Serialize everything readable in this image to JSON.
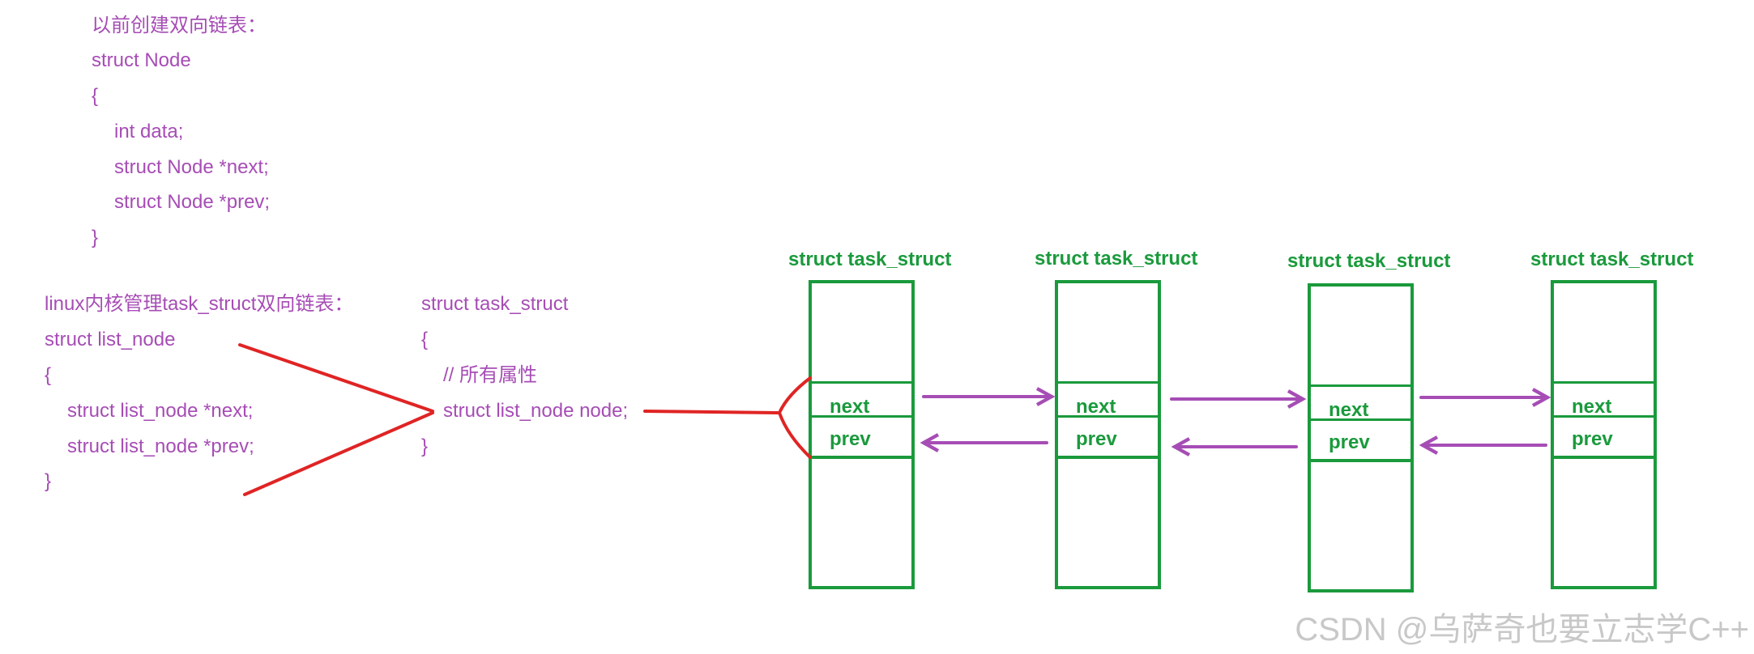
{
  "old_node": {
    "heading": "以前创建双向链表：",
    "lines": [
      "struct Node",
      "{",
      "int data;",
      "struct Node *next;",
      "struct Node *prev;",
      "}"
    ]
  },
  "kernel_list": {
    "heading": "linux内核管理task_struct双向链表：",
    "lines": [
      "struct list_node",
      "{",
      "struct list_node *next;",
      "struct list_node *prev;",
      "}"
    ]
  },
  "task_struct_def": {
    "lines": [
      "struct task_struct",
      "{",
      "// 所有属性",
      "struct list_node node;",
      "}"
    ]
  },
  "nodes": [
    {
      "title": "struct task_struct",
      "next": "next",
      "prev": "prev"
    },
    {
      "title": "struct task_struct",
      "next": "next",
      "prev": "prev"
    },
    {
      "title": "struct task_struct",
      "next": "next",
      "prev": "prev"
    },
    {
      "title": "struct task_struct",
      "next": "next",
      "prev": "prev"
    }
  ],
  "colors": {
    "code": "#a64db5",
    "box": "#1a9a3c",
    "link": "#e02424",
    "arrow": "#a64db5"
  },
  "watermark": "CSDN @乌萨奇也要立志学C++"
}
